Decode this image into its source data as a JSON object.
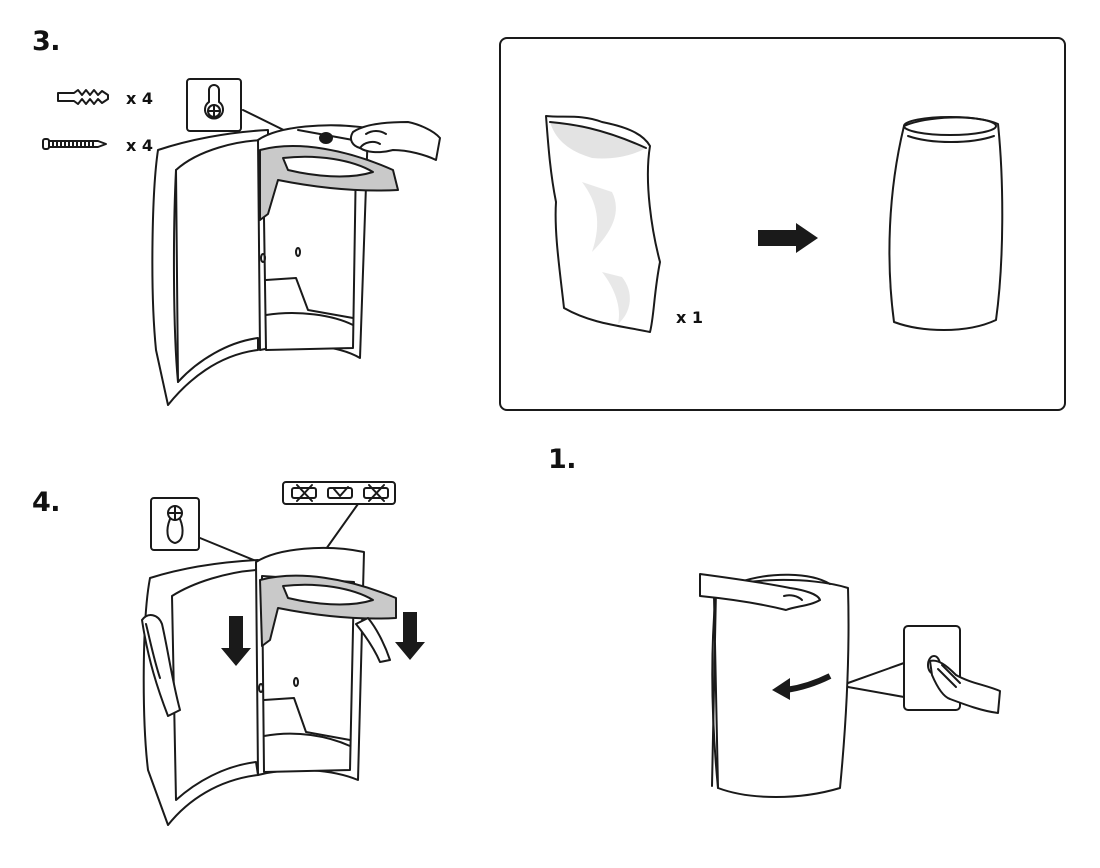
{
  "steps": {
    "step3": {
      "number": "3.",
      "anchors_qty": "x 4",
      "screws_qty": "x 4"
    },
    "step4": {
      "number": "4."
    },
    "step1": {
      "number": "1."
    }
  },
  "bag_panel": {
    "quantity": "x 1"
  },
  "colors": {
    "line": "#1a1a1a",
    "fill_gray": "#c9c9c9",
    "background": "#ffffff"
  },
  "icons": [
    "wall-anchor-icon",
    "screw-icon",
    "keyhole-slot-icon",
    "arrow-right-icon",
    "arrow-down-icon",
    "rotate-arrow-icon"
  ]
}
